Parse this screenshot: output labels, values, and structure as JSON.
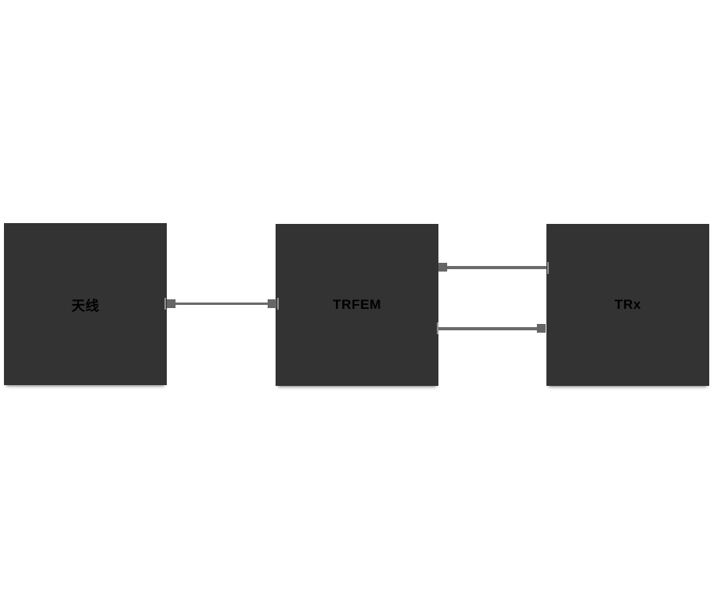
{
  "diagram": {
    "nodes": [
      {
        "id": "antenna",
        "label": "天线"
      },
      {
        "id": "trfem",
        "label": "TRFEM"
      },
      {
        "id": "trx",
        "label": "TRx"
      }
    ],
    "connections": [
      {
        "id": "antenna-trfem",
        "from": "antenna",
        "to": "trfem",
        "endpoint_handles": [
          "source",
          "target"
        ]
      },
      {
        "id": "trfem-trx-upper",
        "from": "trfem",
        "to": "trx",
        "endpoint_handles": [
          "source"
        ]
      },
      {
        "id": "trfem-trx-lower",
        "from": "trfem",
        "to": "trx",
        "endpoint_handles": [
          "target"
        ]
      }
    ],
    "colors": {
      "canvas_bg": "#ffffff",
      "node_fill": "#333333",
      "node_text": "#000000",
      "connector_line": "#6b6b6b",
      "endpoint_handle": "#666666",
      "attach_tick": "#8f8f8f"
    }
  }
}
